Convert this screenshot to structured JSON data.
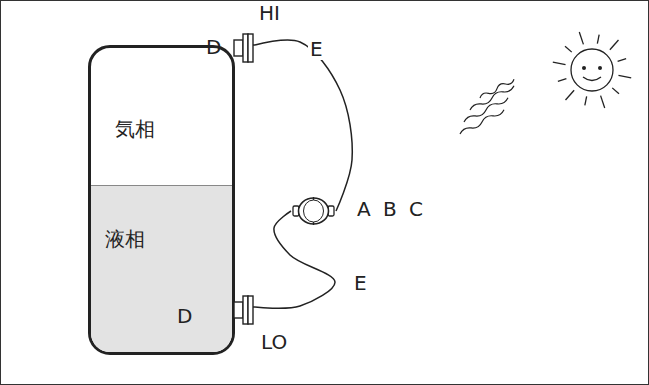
{
  "diagram": {
    "nodes": [
      {
        "text": [
          "気相"
        ]
      },
      {
        "text": [
          "液相"
        ],
        "in": 0
      },
      {
        "text": [
          "D",
          "HI"
        ]
      },
      {
        "text": [
          "A B C"
        ]
      },
      {
        "text": [
          "D",
          "LO"
        ]
      }
    ],
    "edges": [
      {
        "from": 2,
        "to": 3,
        "arrow": "none",
        "label": "E"
      },
      {
        "from": 3,
        "to": 4,
        "arrow": "none",
        "label": "E"
      }
    ]
  }
}
